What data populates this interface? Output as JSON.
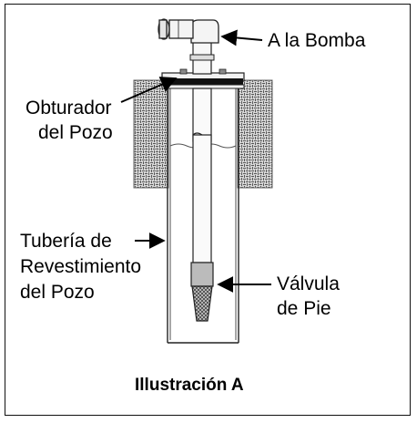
{
  "labels": {
    "pump": "A la Bomba",
    "well_seal_line1": "Obturador",
    "well_seal_line2": "del Pozo",
    "casing_line1": "Tubería de",
    "casing_line2": "Revestimiento",
    "casing_line3": "del Pozo",
    "foot_valve_line1": "Válvula",
    "foot_valve_line2": "de Pie"
  },
  "caption": "Illustración A"
}
